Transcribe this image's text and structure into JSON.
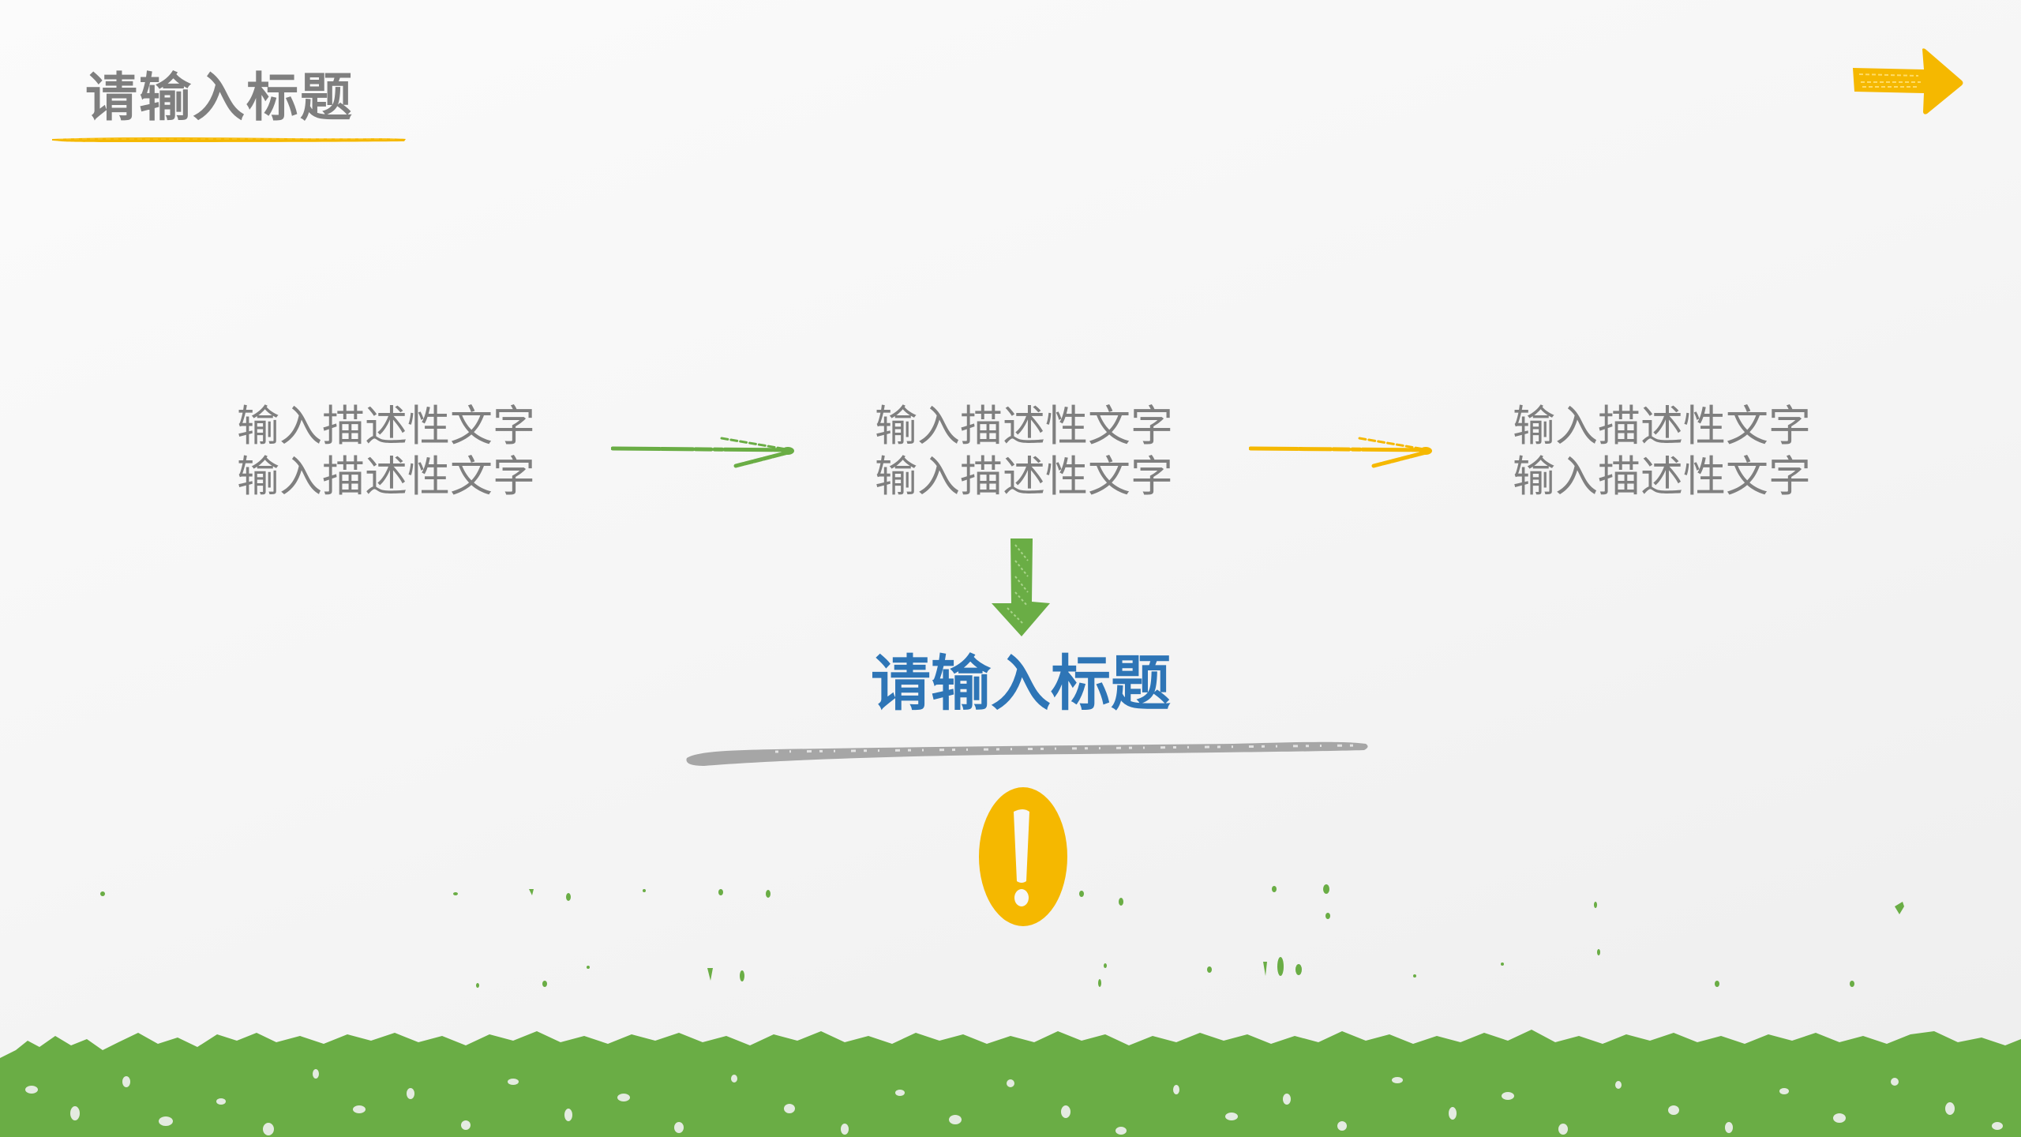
{
  "slide": {
    "title": "请输入标题",
    "title_color": "#7f7f7f",
    "accent_yellow": "#f5b800",
    "accent_green": "#6aad45",
    "accent_blue": "#2e75b6",
    "scribble_gray": "#a6a6a6"
  },
  "steps": [
    {
      "line1": "输入描述性文字",
      "line2": "输入描述性文字"
    },
    {
      "line1": "输入描述性文字",
      "line2": "输入描述性文字"
    },
    {
      "line1": "输入描述性文字",
      "line2": "输入描述性文字"
    }
  ],
  "connectors": [
    {
      "icon": "hand-drawn-arrow-right-icon",
      "color": "#6aad45"
    },
    {
      "icon": "hand-drawn-arrow-right-icon",
      "color": "#f5b800"
    }
  ],
  "center": {
    "down_arrow_icon": "hand-drawn-arrow-down-icon",
    "title": "请输入标题",
    "exclamation_icon": "exclamation-icon"
  },
  "decor": {
    "corner_arrow_icon": "arrow-right-icon",
    "grass": "grass-border"
  }
}
